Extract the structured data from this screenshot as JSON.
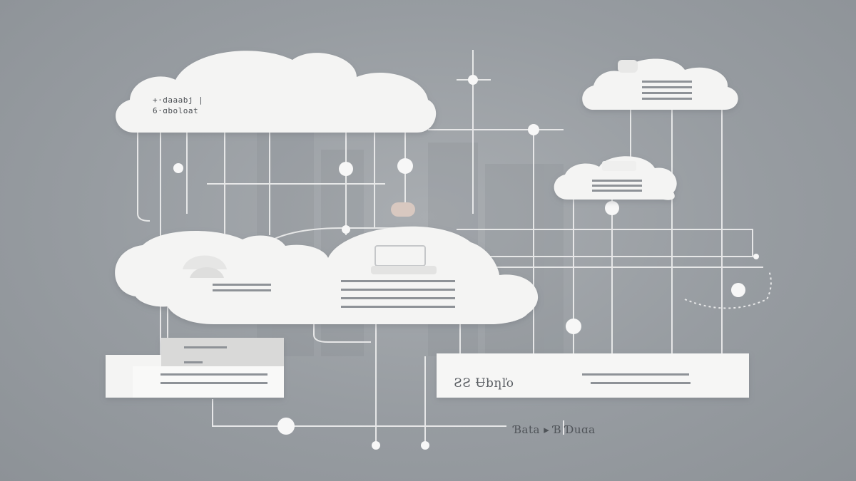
{
  "diagram": {
    "colors": {
      "background": "#9a9fa4",
      "cloud_fill": "#f4f4f3",
      "connector_line": "#eeeeee",
      "text_line": "#8e9297",
      "accent_node": "#d8c8c0"
    },
    "clouds": [
      {
        "id": "cloud-top-left",
        "lines": [
          "+·daaabj |",
          "6·ɑboloat"
        ]
      },
      {
        "id": "cloud-top-right",
        "lines": []
      },
      {
        "id": "cloud-middle-right",
        "lines": []
      },
      {
        "id": "cloud-center",
        "lines": []
      }
    ],
    "panels": [
      {
        "id": "panel-left",
        "text": ""
      },
      {
        "id": "panel-right",
        "text": "ƧƧ Ʉbƞľo"
      }
    ],
    "annotations": {
      "bottom_label": "Ɓata ▸ Ɓ Ɗuɑa"
    },
    "icons": [
      "cloud-icon",
      "server-icon",
      "node-dot"
    ]
  }
}
